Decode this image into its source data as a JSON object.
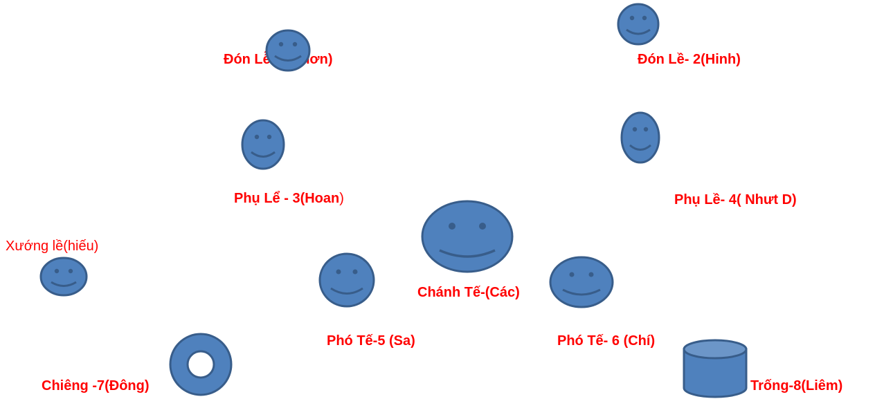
{
  "colors": {
    "label": "#ff0000",
    "shape_fill": "#4f81bd",
    "shape_stroke": "#385d8a",
    "background": "#ffffff"
  },
  "labels": {
    "don_le_1": "Đón Lễ- 1(Nhơn)",
    "don_le_2": "Đón Lề- 2(Hinh)",
    "phu_le_3_main": "Phụ Lể -  3(Hoan",
    "phu_le_3_close": ")",
    "phu_le_4": "Phụ Lề- 4( Nhưt D)",
    "xuong_le": "Xướng lề(hiếu)",
    "chanh_te": "Chánh Tế-(Các)",
    "pho_te_5": "Phó Tế-5 (Sa)",
    "pho_te_6": "Phó Tế- 6 (Chí)",
    "chieng_7": "Chiêng -7(Đông)",
    "trong_8": "Trống-8(Liêm)"
  },
  "icons": {
    "person": "smiley-face-icon",
    "gong": "donut-gong-icon",
    "drum": "cylinder-drum-icon"
  }
}
